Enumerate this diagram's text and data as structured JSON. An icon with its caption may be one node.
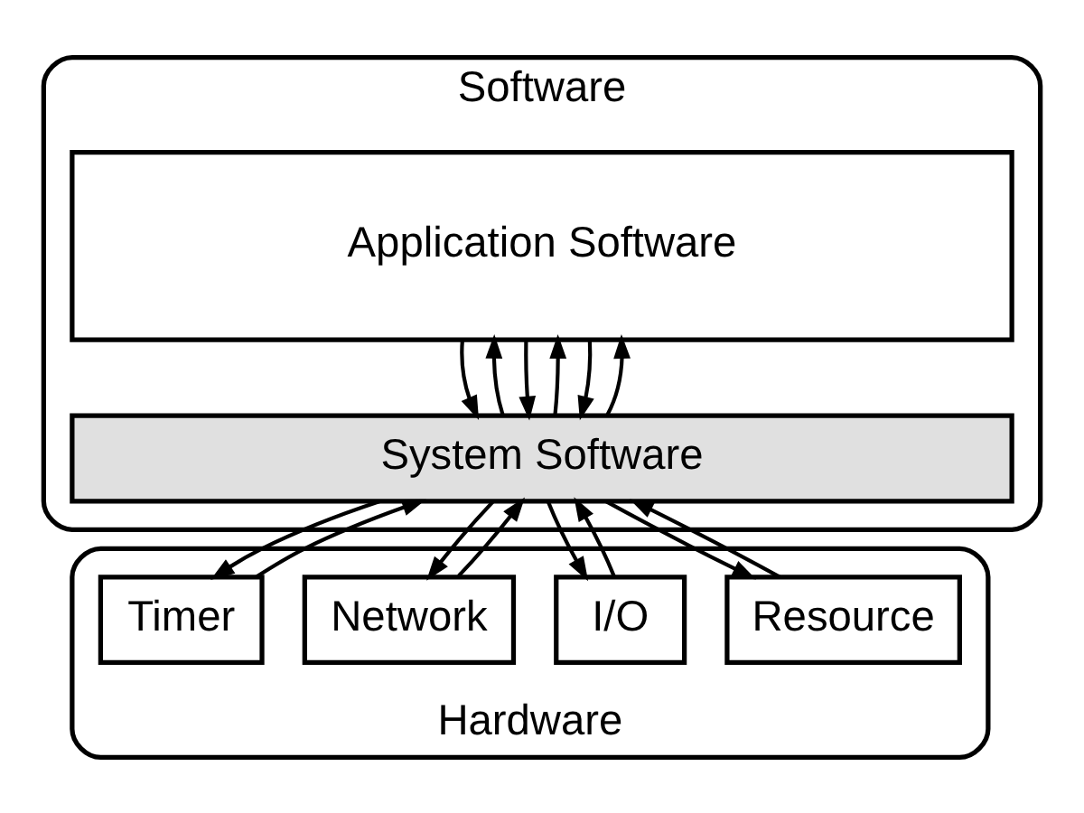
{
  "diagram": {
    "nodes": [
      {
        "text": [
          "Software"
        ]
      },
      {
        "text": [
          "Application Software"
        ],
        "in": 0
      },
      {
        "text": [
          "System Software"
        ],
        "in": 0
      },
      {
        "text": [
          "Hardware"
        ]
      },
      {
        "text": [
          "Resource"
        ],
        "in": 3
      },
      {
        "text": [
          "I/O"
        ],
        "in": 3
      },
      {
        "text": [
          "Network"
        ],
        "in": 3
      },
      {
        "text": [
          "Timer"
        ],
        "in": 3
      }
    ],
    "edges": [
      {
        "from": 1,
        "to": 2,
        "arrow": "to"
      },
      {
        "from": 2,
        "to": 1,
        "arrow": "to"
      },
      {
        "from": 1,
        "to": 2,
        "arrow": "to"
      },
      {
        "from": 2,
        "to": 1,
        "arrow": "to"
      },
      {
        "from": 1,
        "to": 2,
        "arrow": "to"
      },
      {
        "from": 2,
        "to": 1,
        "arrow": "to"
      },
      {
        "from": 2,
        "to": 4,
        "arrow": "to"
      },
      {
        "from": 4,
        "to": 2,
        "arrow": "to"
      },
      {
        "from": 2,
        "to": 5,
        "arrow": "to"
      },
      {
        "from": 5,
        "to": 2,
        "arrow": "to"
      },
      {
        "from": 2,
        "to": 6,
        "arrow": "to"
      },
      {
        "from": 6,
        "to": 2,
        "arrow": "to"
      },
      {
        "from": 2,
        "to": 7,
        "arrow": "to"
      },
      {
        "from": 7,
        "to": 2,
        "arrow": "to"
      }
    ]
  }
}
